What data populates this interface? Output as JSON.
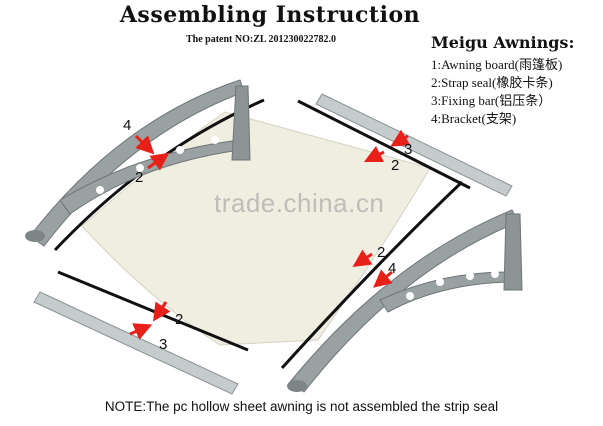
{
  "title": "Assembling Instruction",
  "patent": "The patent NO:ZL 201230022782.0",
  "legend": {
    "title": "Meigu Awnings:",
    "items": [
      "1:Awning board(雨篷板)",
      "2:Strap seal(橡胶卡条)",
      "3:Fixing bar(铝压条）",
      "4:Bracket(支架)"
    ]
  },
  "note": "NOTE:The pc hollow sheet awning is not assembled the strip seal",
  "watermark": "trade.china.cn",
  "callouts": [
    "4",
    "2",
    "3",
    "2",
    "2",
    "4",
    "2",
    "3"
  ],
  "colors": {
    "board": "#efeee1",
    "arrow": "#e8201a",
    "bracket": "#9aa1a3",
    "fixing_bar": "#c6cccd",
    "seal": "#111111"
  }
}
